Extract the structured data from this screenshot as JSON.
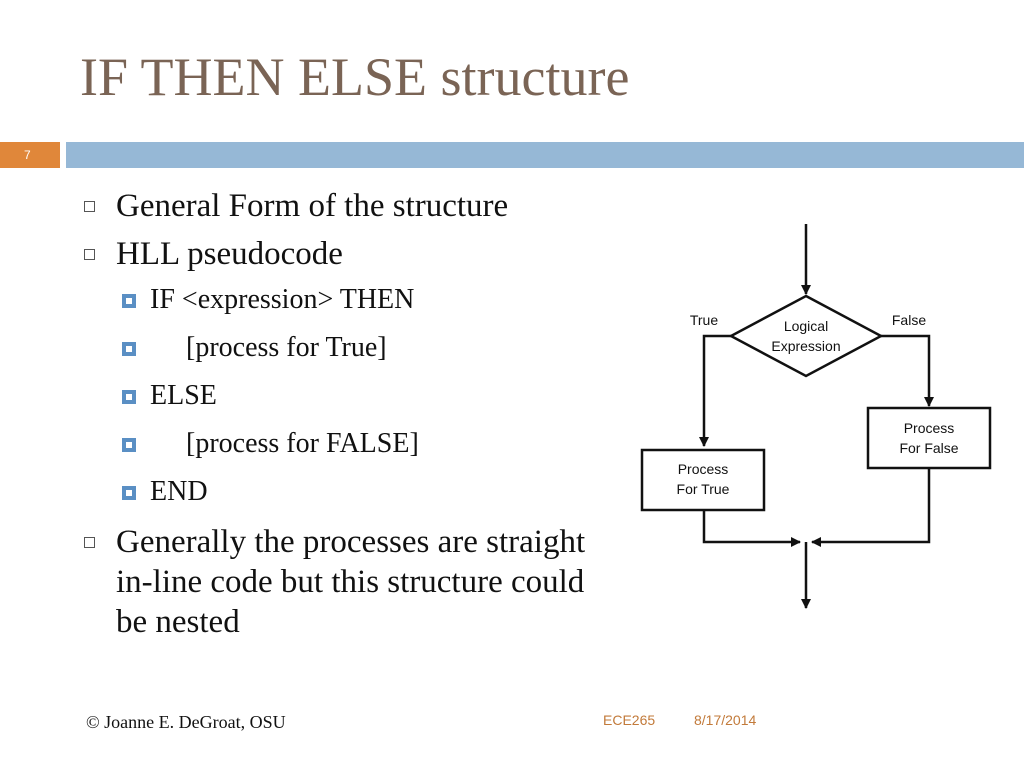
{
  "slide": {
    "title": "IF THEN ELSE structure",
    "number": "7"
  },
  "bullets": {
    "item1": "General Form of the structure",
    "item2": "HLL  pseudocode",
    "sub1": "IF <expression> THEN",
    "sub2": "[process for True]",
    "sub3": "ELSE",
    "sub4": "[process for FALSE]",
    "sub5": "END",
    "item3": "Generally the processes are straight in-line code but this structure could be nested"
  },
  "flowchart": {
    "decision_line1": "Logical",
    "decision_line2": "Expression",
    "true_label": "True",
    "false_label": "False",
    "true_box_line1": "Process",
    "true_box_line2": "For True",
    "false_box_line1": "Process",
    "false_box_line2": "For False"
  },
  "footer": {
    "author": "© Joanne E. DeGroat, OSU",
    "course": "ECE265",
    "date": "8/17/2014"
  },
  "colors": {
    "title": "#7a6455",
    "accent_orange": "#e0873a",
    "accent_blue": "#96b8d6",
    "bullet_blue": "#5a8fc4"
  }
}
